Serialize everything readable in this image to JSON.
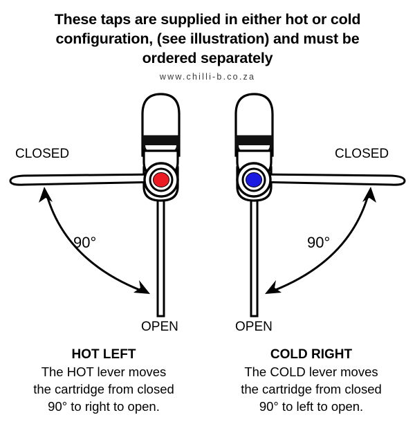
{
  "header": {
    "headline_line1": "These taps are supplied in either hot or cold",
    "headline_line2": "configuration, (see illustration) and must be",
    "headline_line3": "ordered separately",
    "website": "www.chilli-b.co.za"
  },
  "colors": {
    "hot_indicator": "#ED1C24",
    "cold_indicator": "#1A1AE0",
    "outline": "#000000",
    "fill": "#FFFFFF",
    "background": "#FFFFFF"
  },
  "diagram": {
    "left_tap": {
      "id": "hot-tap",
      "indicator_color": "#ED1C24",
      "indicator_meaning": "hot",
      "lever_direction": "left",
      "closed_label": "CLOSED",
      "open_label": "OPEN",
      "angle_label": "90°"
    },
    "right_tap": {
      "id": "cold-tap",
      "indicator_color": "#1A1AE0",
      "indicator_meaning": "cold",
      "lever_direction": "right",
      "closed_label": "CLOSED",
      "open_label": "OPEN",
      "angle_label": "90°"
    }
  },
  "captions": {
    "left": {
      "title": "HOT LEFT",
      "line1": "The HOT lever moves",
      "line2": "the cartridge from closed",
      "line3": "90° to right to open."
    },
    "right": {
      "title": "COLD RIGHT",
      "line1": "The COLD lever moves",
      "line2": "the cartridge from closed",
      "line3": "90° to left to open."
    }
  }
}
